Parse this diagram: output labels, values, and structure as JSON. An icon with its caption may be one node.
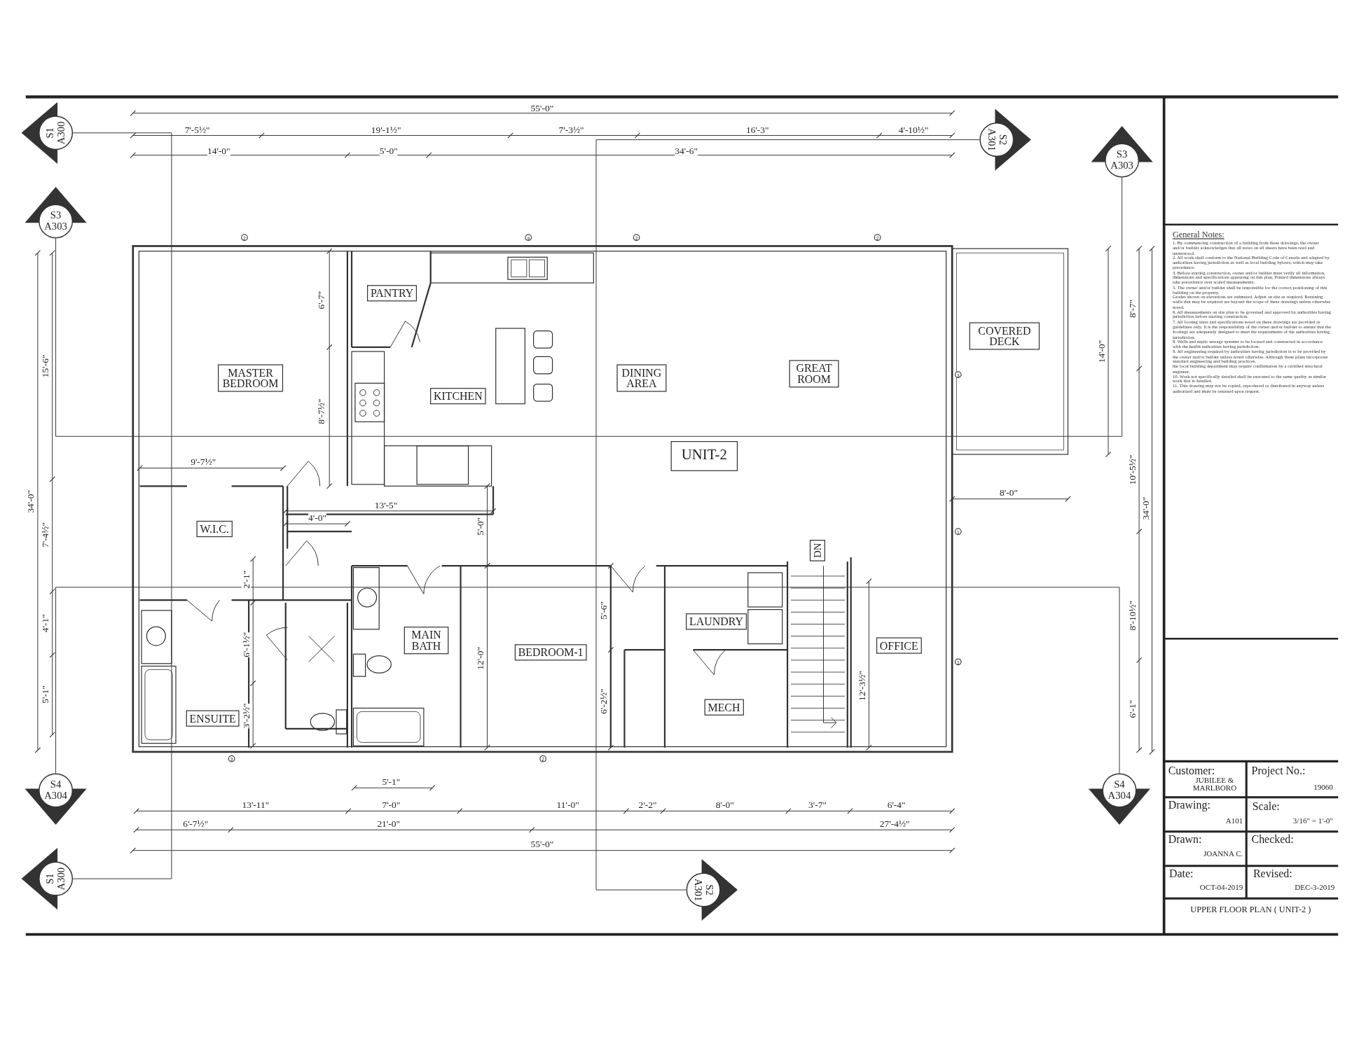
{
  "diagram": {
    "title": "UPPER FLOOR PLAN ( UNIT-2 )",
    "nodes": [
      {
        "text": [
          "MASTER BEDROOM"
        ]
      },
      {
        "text": [
          "PANTRY"
        ]
      },
      {
        "text": [
          "KITCHEN"
        ]
      },
      {
        "text": [
          "DINING AREA"
        ]
      },
      {
        "text": [
          "GREAT ROOM"
        ]
      },
      {
        "text": [
          "COVERED DECK"
        ]
      },
      {
        "text": [
          "UNIT-2"
        ]
      },
      {
        "text": [
          "W.I.C."
        ]
      },
      {
        "text": [
          "MAIN BATH"
        ]
      },
      {
        "text": [
          "BEDROOM-1"
        ]
      },
      {
        "text": [
          "LAUNDRY"
        ]
      },
      {
        "text": [
          "ENSUITE"
        ]
      },
      {
        "text": [
          "MECH"
        ]
      },
      {
        "text": [
          "OFFICE"
        ]
      },
      {
        "text": [
          "DN"
        ]
      },
      {
        "text": [
          "S1",
          "A300"
        ]
      },
      {
        "text": [
          "S2",
          "A301"
        ]
      },
      {
        "text": [
          "S3",
          "A303"
        ]
      },
      {
        "text": [
          "S3",
          "A303"
        ]
      },
      {
        "text": [
          "S4",
          "A304"
        ]
      },
      {
        "text": [
          "S4",
          "A304"
        ]
      },
      {
        "text": [
          "S1",
          "A300"
        ]
      },
      {
        "text": [
          "S2",
          "A301"
        ]
      }
    ],
    "edges": [
      {
        "from": 15,
        "to": 21,
        "arrow": "none"
      },
      {
        "from": 16,
        "to": 22,
        "arrow": "none"
      },
      {
        "from": 18,
        "to": 17,
        "arrow": "none"
      },
      {
        "from": 19,
        "to": 20,
        "arrow": "none"
      }
    ],
    "labels": [
      "55'-0\"",
      "7'-5½\"",
      "19'-1½\"",
      "7'-3½\"",
      "16'-3\"",
      "4'-10½\"",
      "14'-0\"",
      "5'-0\"",
      "34'-6\"",
      "2",
      "4",
      "2",
      "2",
      "15'-6\"",
      "34'-0\"",
      "7'-4½\"",
      "4'-1\"",
      "5'-1\"",
      "6'-7\"",
      "8'-7½\"",
      "9'-7½\"",
      "13'-5\"",
      "4'-0\"",
      "5'-0\"",
      "2'-1\"",
      "6'-1½\"",
      "3'-2½\"",
      "12'-0\"",
      "5'-6\"",
      "6'-2½\"",
      "12'-3½\"",
      "8'-0\"",
      "8'-7\"",
      "14'-0\"",
      "10'-5½\"",
      "34'-0\"",
      "8'-10½\"",
      "6'-1\"",
      "3",
      "1",
      "1",
      "3",
      "2",
      "5'-1\"",
      "13'-11\"",
      "7'-0\"",
      "11'-0\"",
      "2'-2\"",
      "8'-0\"",
      "3'-7\"",
      "6'-4\"",
      "6'-7½\"",
      "21'-0\"",
      "27'-4½\"",
      "55'-0\"",
      "General Notes:",
      "1. By commencing construction of a building from these drawings, the owner and/or builder acknowledges that all notes on all sheets have been read and understood.",
      "2. All work shall conform to the National Building Code of Canada and adapted by authorities having jurisdiction as well as local building bylaws, which may take precedence.",
      "3. Before starting construction, owner and/or builder must verify all information, dimensions and specifications appearing on this plan. Printed dimensions always take precedence over scaled measurements.",
      "5. The owner and/or builder shall be responsible for the correct positioning of this building on the property.",
      "Grades shown on elevations are estimated. Adjust on site as required. Retaining walls that may be required are beyond the scope of these drawings unless otherwise noted.",
      "6. All measurements on site plan to be governed and approved by authorities having jurisdiction before starting construction.",
      "7. All footing sizes and specifications noted on these drawings are provided as guidelines only. It is the responsibility of the owner and/or builder to ensure that the footings are adequately designed to meet the requirements of the authorities having jurisdiction.",
      "8. Wells and septic sewage systems to be located and constructed in accordance with the health authorities having jurisdiction.",
      "9. All engineering required by authorities having jurisdiction is to be provided by the owner and/or builder unless noted otherwise. Although these plans incorporate standard engineering and building practices.",
      "the local building department may require confirmation by a certified structural engineer.",
      "10. Work not specifically detailed shall be executed to the same quality as similar work that is detailed.",
      "11. This drawing may not be copied, reproduced or distributed in anyway unless authorized and must be returned upon request.",
      "Customer:",
      "JUBILEE & MARLBORO",
      "Project No.:",
      "19060",
      "Drawing:",
      "A101",
      "Scale:",
      "3/16\" = 1'-0\"",
      "Drawn:",
      "JOANNA C.",
      "Checked:",
      "Date:",
      "OCT-04-2019",
      "Revised:",
      "DEC-3-2019"
    ]
  }
}
